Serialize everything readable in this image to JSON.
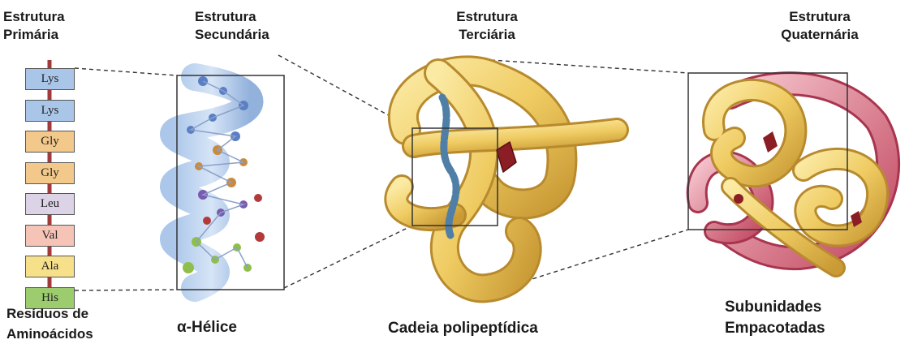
{
  "titles": {
    "primary": [
      "Estrutura",
      "Primária"
    ],
    "secondary": [
      "Estrutura",
      "Secundária"
    ],
    "tertiary": [
      "Estrutura",
      "Terciária"
    ],
    "quaternary": [
      "Estrutura",
      "Quaternária"
    ]
  },
  "residues": [
    {
      "label": "Lys",
      "color": "#a9c6e8"
    },
    {
      "label": "Lys",
      "color": "#a9c6e8"
    },
    {
      "label": "Gly",
      "color": "#f3c98b"
    },
    {
      "label": "Gly",
      "color": "#f3c98b"
    },
    {
      "label": "Leu",
      "color": "#ddd3e6"
    },
    {
      "label": "Val",
      "color": "#f6c4b6"
    },
    {
      "label": "Ala",
      "color": "#f7e08a"
    },
    {
      "label": "His",
      "color": "#9ccc6e"
    }
  ],
  "captions": {
    "residues": [
      "Resíduos de",
      "Aminoácidos"
    ],
    "helix": "α-Hélice",
    "chain": "Cadeia polipeptídica",
    "subunits": [
      "Subunidades",
      "Empacotadas"
    ]
  }
}
